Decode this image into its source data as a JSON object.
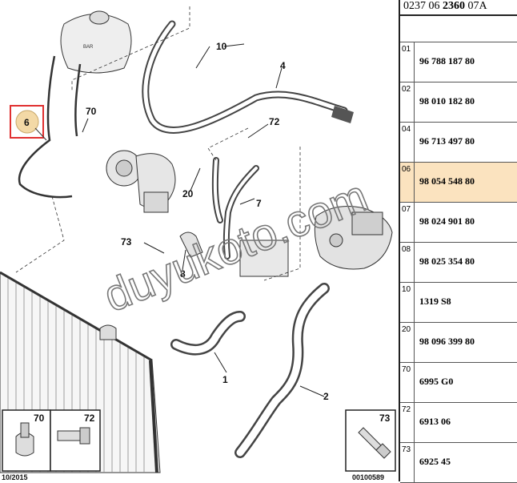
{
  "panel": {
    "doc_ref_prefix": "0237 06 ",
    "doc_ref_bold": "2360",
    "doc_ref_suffix": " 07A",
    "rows": [
      {
        "index": "01",
        "ref": "96 788 187 80",
        "selected": false
      },
      {
        "index": "02",
        "ref": "98 010 182 80",
        "selected": false
      },
      {
        "index": "04",
        "ref": "96 713 497 80",
        "selected": false
      },
      {
        "index": "06",
        "ref": "98 054 548 80",
        "selected": true
      },
      {
        "index": "07",
        "ref": "98 024 901 80",
        "selected": false
      },
      {
        "index": "08",
        "ref": "98 025 354 80",
        "selected": false
      },
      {
        "index": "10",
        "ref": "1319 S8",
        "selected": false
      },
      {
        "index": "20",
        "ref": "98 096 399 80",
        "selected": false
      },
      {
        "index": "70",
        "ref": "6995 G0",
        "selected": false
      },
      {
        "index": "72",
        "ref": "6913 06",
        "selected": false
      },
      {
        "index": "73",
        "ref": "6925 45",
        "selected": false
      }
    ],
    "selected_color": "#fbe3bf"
  },
  "diagram": {
    "callouts": {
      "c1": "1",
      "c2": "2",
      "c4": "4",
      "c6": "6",
      "c7": "7",
      "c8": "8",
      "c10": "10",
      "c20": "20",
      "c70": "70",
      "c72": "72",
      "c73": "73"
    },
    "inset_labels": {
      "i70": "70",
      "i72": "72",
      "i73": "73"
    },
    "date_code": "10/2015",
    "drawing_number": "00100589",
    "watermark": "duyukoto.com",
    "highlight_color": "#e03030",
    "highlight_fill": "#f3d9a6"
  }
}
